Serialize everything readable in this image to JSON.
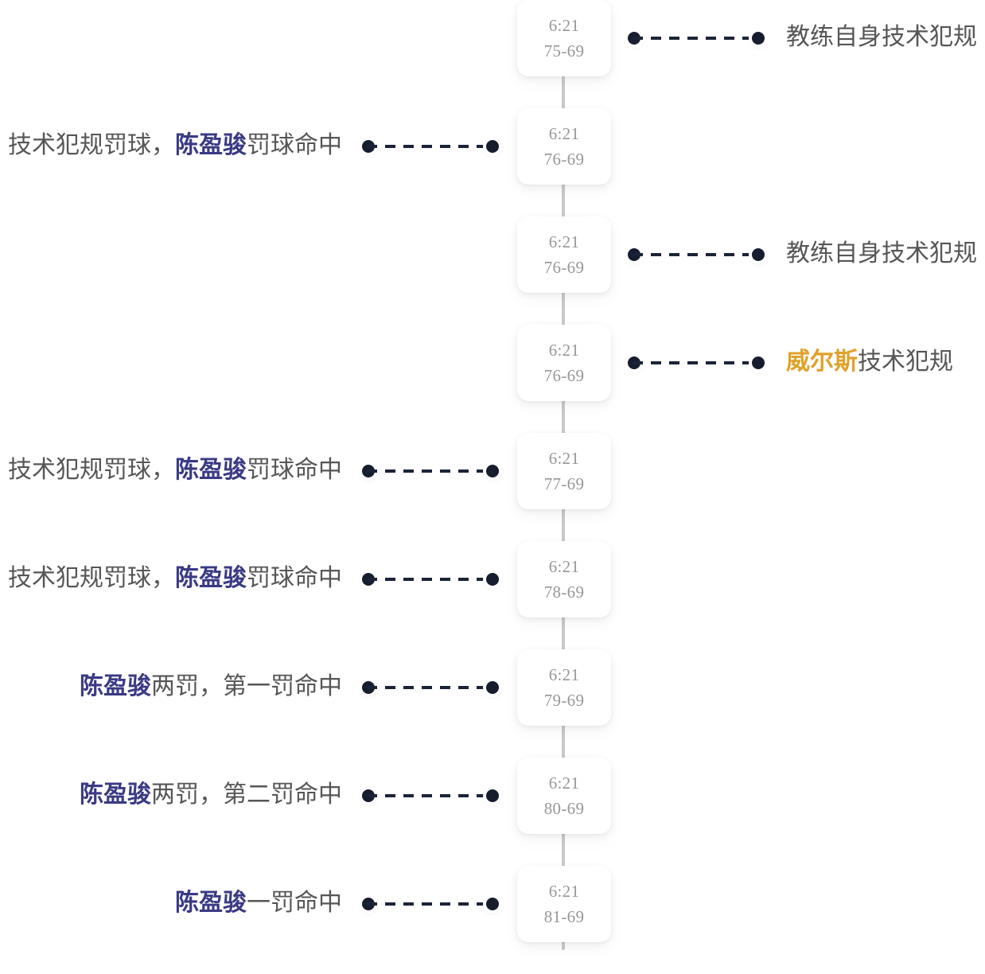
{
  "theme": {
    "background": "#ffffff",
    "spine_color": "#c9c9c9",
    "card_text_color": "#979797",
    "label_text_color": "#565656",
    "dot_color": "#151d2e",
    "player_highlight_blue": "#3a3a85",
    "player_highlight_orange": "#e0a128"
  },
  "timeline": {
    "events": [
      {
        "time": "6:21",
        "score": "75-69",
        "side": "right",
        "text_plain": "教练自身技术犯规",
        "segments": [
          {
            "text": "教练自身技术犯规",
            "style": "normal"
          }
        ]
      },
      {
        "time": "6:21",
        "score": "76-69",
        "side": "left",
        "text_plain": "技术犯规罚球，陈盈骏罚球命中",
        "segments": [
          {
            "text": "技术犯规罚球，",
            "style": "normal"
          },
          {
            "text": "陈盈骏",
            "style": "player-blue"
          },
          {
            "text": "罚球命中",
            "style": "normal"
          }
        ]
      },
      {
        "time": "6:21",
        "score": "76-69",
        "side": "right",
        "text_plain": "教练自身技术犯规",
        "segments": [
          {
            "text": "教练自身技术犯规",
            "style": "normal"
          }
        ]
      },
      {
        "time": "6:21",
        "score": "76-69",
        "side": "right",
        "text_plain": "威尔斯技术犯规",
        "segments": [
          {
            "text": "威尔斯",
            "style": "player-orange"
          },
          {
            "text": "技术犯规",
            "style": "normal"
          }
        ]
      },
      {
        "time": "6:21",
        "score": "77-69",
        "side": "left",
        "text_plain": "技术犯规罚球，陈盈骏罚球命中",
        "segments": [
          {
            "text": "技术犯规罚球，",
            "style": "normal"
          },
          {
            "text": "陈盈骏",
            "style": "player-blue"
          },
          {
            "text": "罚球命中",
            "style": "normal"
          }
        ]
      },
      {
        "time": "6:21",
        "score": "78-69",
        "side": "left",
        "text_plain": "技术犯规罚球，陈盈骏罚球命中",
        "segments": [
          {
            "text": "技术犯规罚球，",
            "style": "normal"
          },
          {
            "text": "陈盈骏",
            "style": "player-blue"
          },
          {
            "text": "罚球命中",
            "style": "normal"
          }
        ]
      },
      {
        "time": "6:21",
        "score": "79-69",
        "side": "left",
        "text_plain": "陈盈骏两罚，第一罚命中",
        "segments": [
          {
            "text": "陈盈骏",
            "style": "player-blue"
          },
          {
            "text": "两罚，第一罚命中",
            "style": "normal"
          }
        ]
      },
      {
        "time": "6:21",
        "score": "80-69",
        "side": "left",
        "text_plain": "陈盈骏两罚，第二罚命中",
        "segments": [
          {
            "text": "陈盈骏",
            "style": "player-blue"
          },
          {
            "text": "两罚，第二罚命中",
            "style": "normal"
          }
        ]
      },
      {
        "time": "6:21",
        "score": "81-69",
        "side": "left",
        "text_plain": "陈盈骏一罚命中",
        "segments": [
          {
            "text": "陈盈骏",
            "style": "player-blue"
          },
          {
            "text": "一罚命中",
            "style": "normal"
          }
        ]
      }
    ]
  }
}
